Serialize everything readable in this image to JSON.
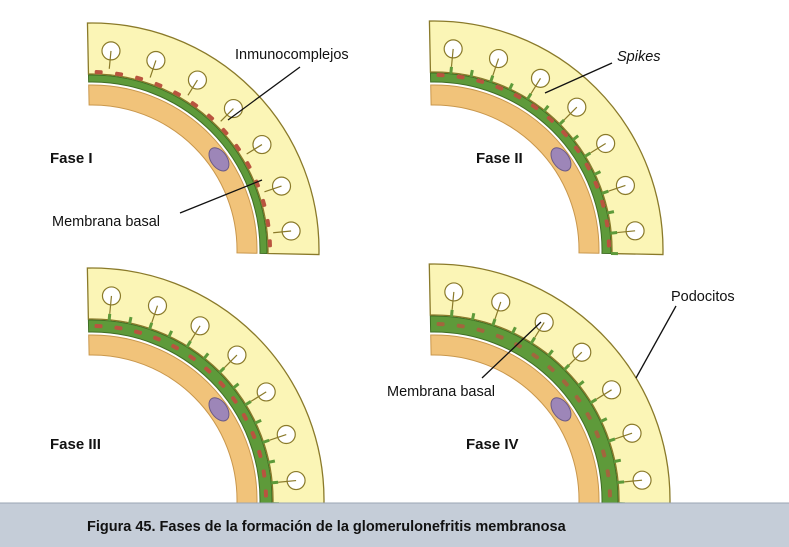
{
  "diagram": {
    "phases": [
      "Fase I",
      "Fase II",
      "Fase III",
      "Fase IV"
    ],
    "labels": {
      "immune_complexes": "Inmunocomplejos",
      "basement_membrane_1": "Membrana basal",
      "spikes": "Spikes",
      "podocytes": "Podocitos",
      "basement_membrane_4": "Membrana basal"
    },
    "caption": "Figura 45. Fases de la formación de la glomerulonefritis membranosa"
  },
  "colors": {
    "podocyte_fill": "#fbf5b6",
    "podocyte_stroke": "#8a7a2a",
    "membrane_green": "#5e9a3a",
    "endothelium_orange": "#f1c37a",
    "deposit_red": "#b9543f",
    "nucleus": "#9d86b8",
    "caption_band": "#c5cdd8"
  }
}
